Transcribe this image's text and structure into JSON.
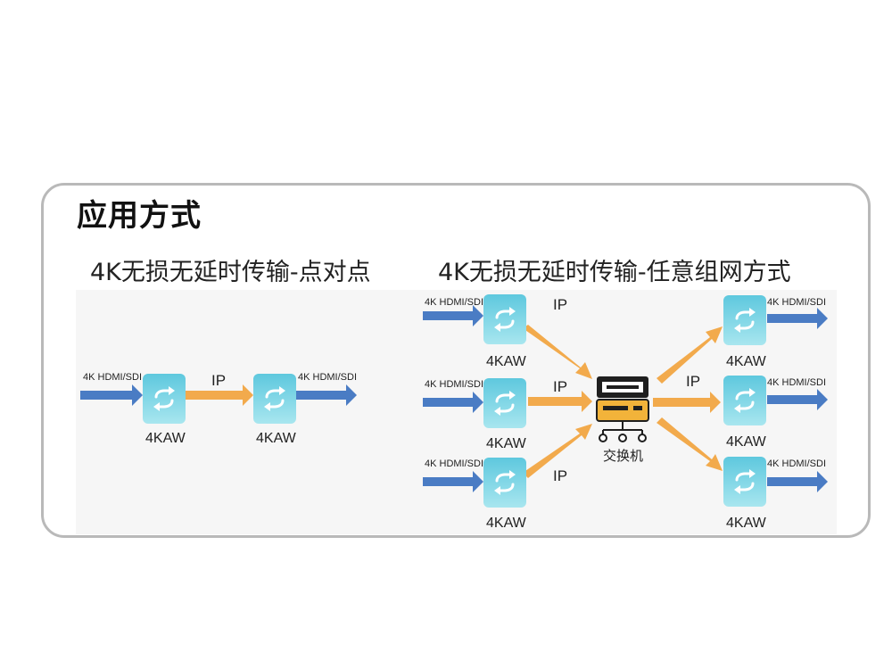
{
  "title": "应用方式",
  "left": {
    "subtitle": "4K无损无延时传输-点对点",
    "input_label": "4K HDMI/SDI",
    "output_label": "4K HDMI/SDI",
    "link_label": "IP",
    "device_label": "4KAW"
  },
  "right": {
    "subtitle": "4K无损无延时传输-任意组网方式",
    "signal_label": "4K HDMI/SDI",
    "link_label": "IP",
    "device_label": "4KAW",
    "switch_label": "交换机"
  },
  "colors": {
    "device_top": "#5ec8de",
    "device_bottom": "#a8e6ef",
    "signal_arrow": "#4a7cc4",
    "ip_arrow": "#f2aa4c",
    "switch_body": "#f2b33a",
    "switch_frame": "#1f1f1f",
    "card_border": "#b9b9b9"
  },
  "icons": [
    "sync-arrows-icon",
    "network-switch-icon"
  ]
}
